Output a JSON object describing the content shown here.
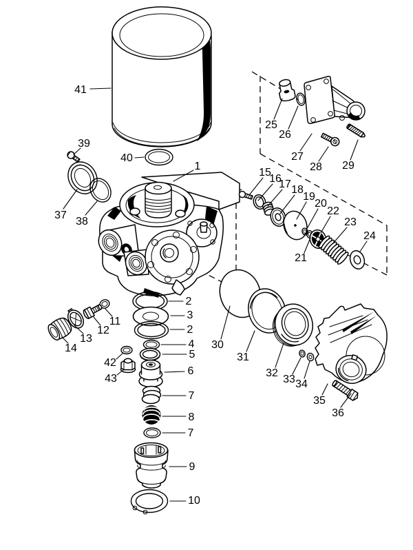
{
  "figure": {
    "type": "exploded-parts-diagram",
    "background_color": "#ffffff",
    "line_color": "#000000"
  },
  "callouts": [
    "41",
    "39",
    "40",
    "1",
    "37",
    "38",
    "25",
    "26",
    "27",
    "28",
    "29",
    "15",
    "16",
    "17",
    "18",
    "19",
    "20",
    "21",
    "22",
    "23",
    "24",
    "2",
    "3",
    "2",
    "4",
    "5",
    "6",
    "7",
    "8",
    "7",
    "9",
    "10",
    "11",
    "12",
    "13",
    "14",
    "42",
    "43",
    "30",
    "31",
    "32",
    "33",
    "34",
    "35",
    "36"
  ]
}
